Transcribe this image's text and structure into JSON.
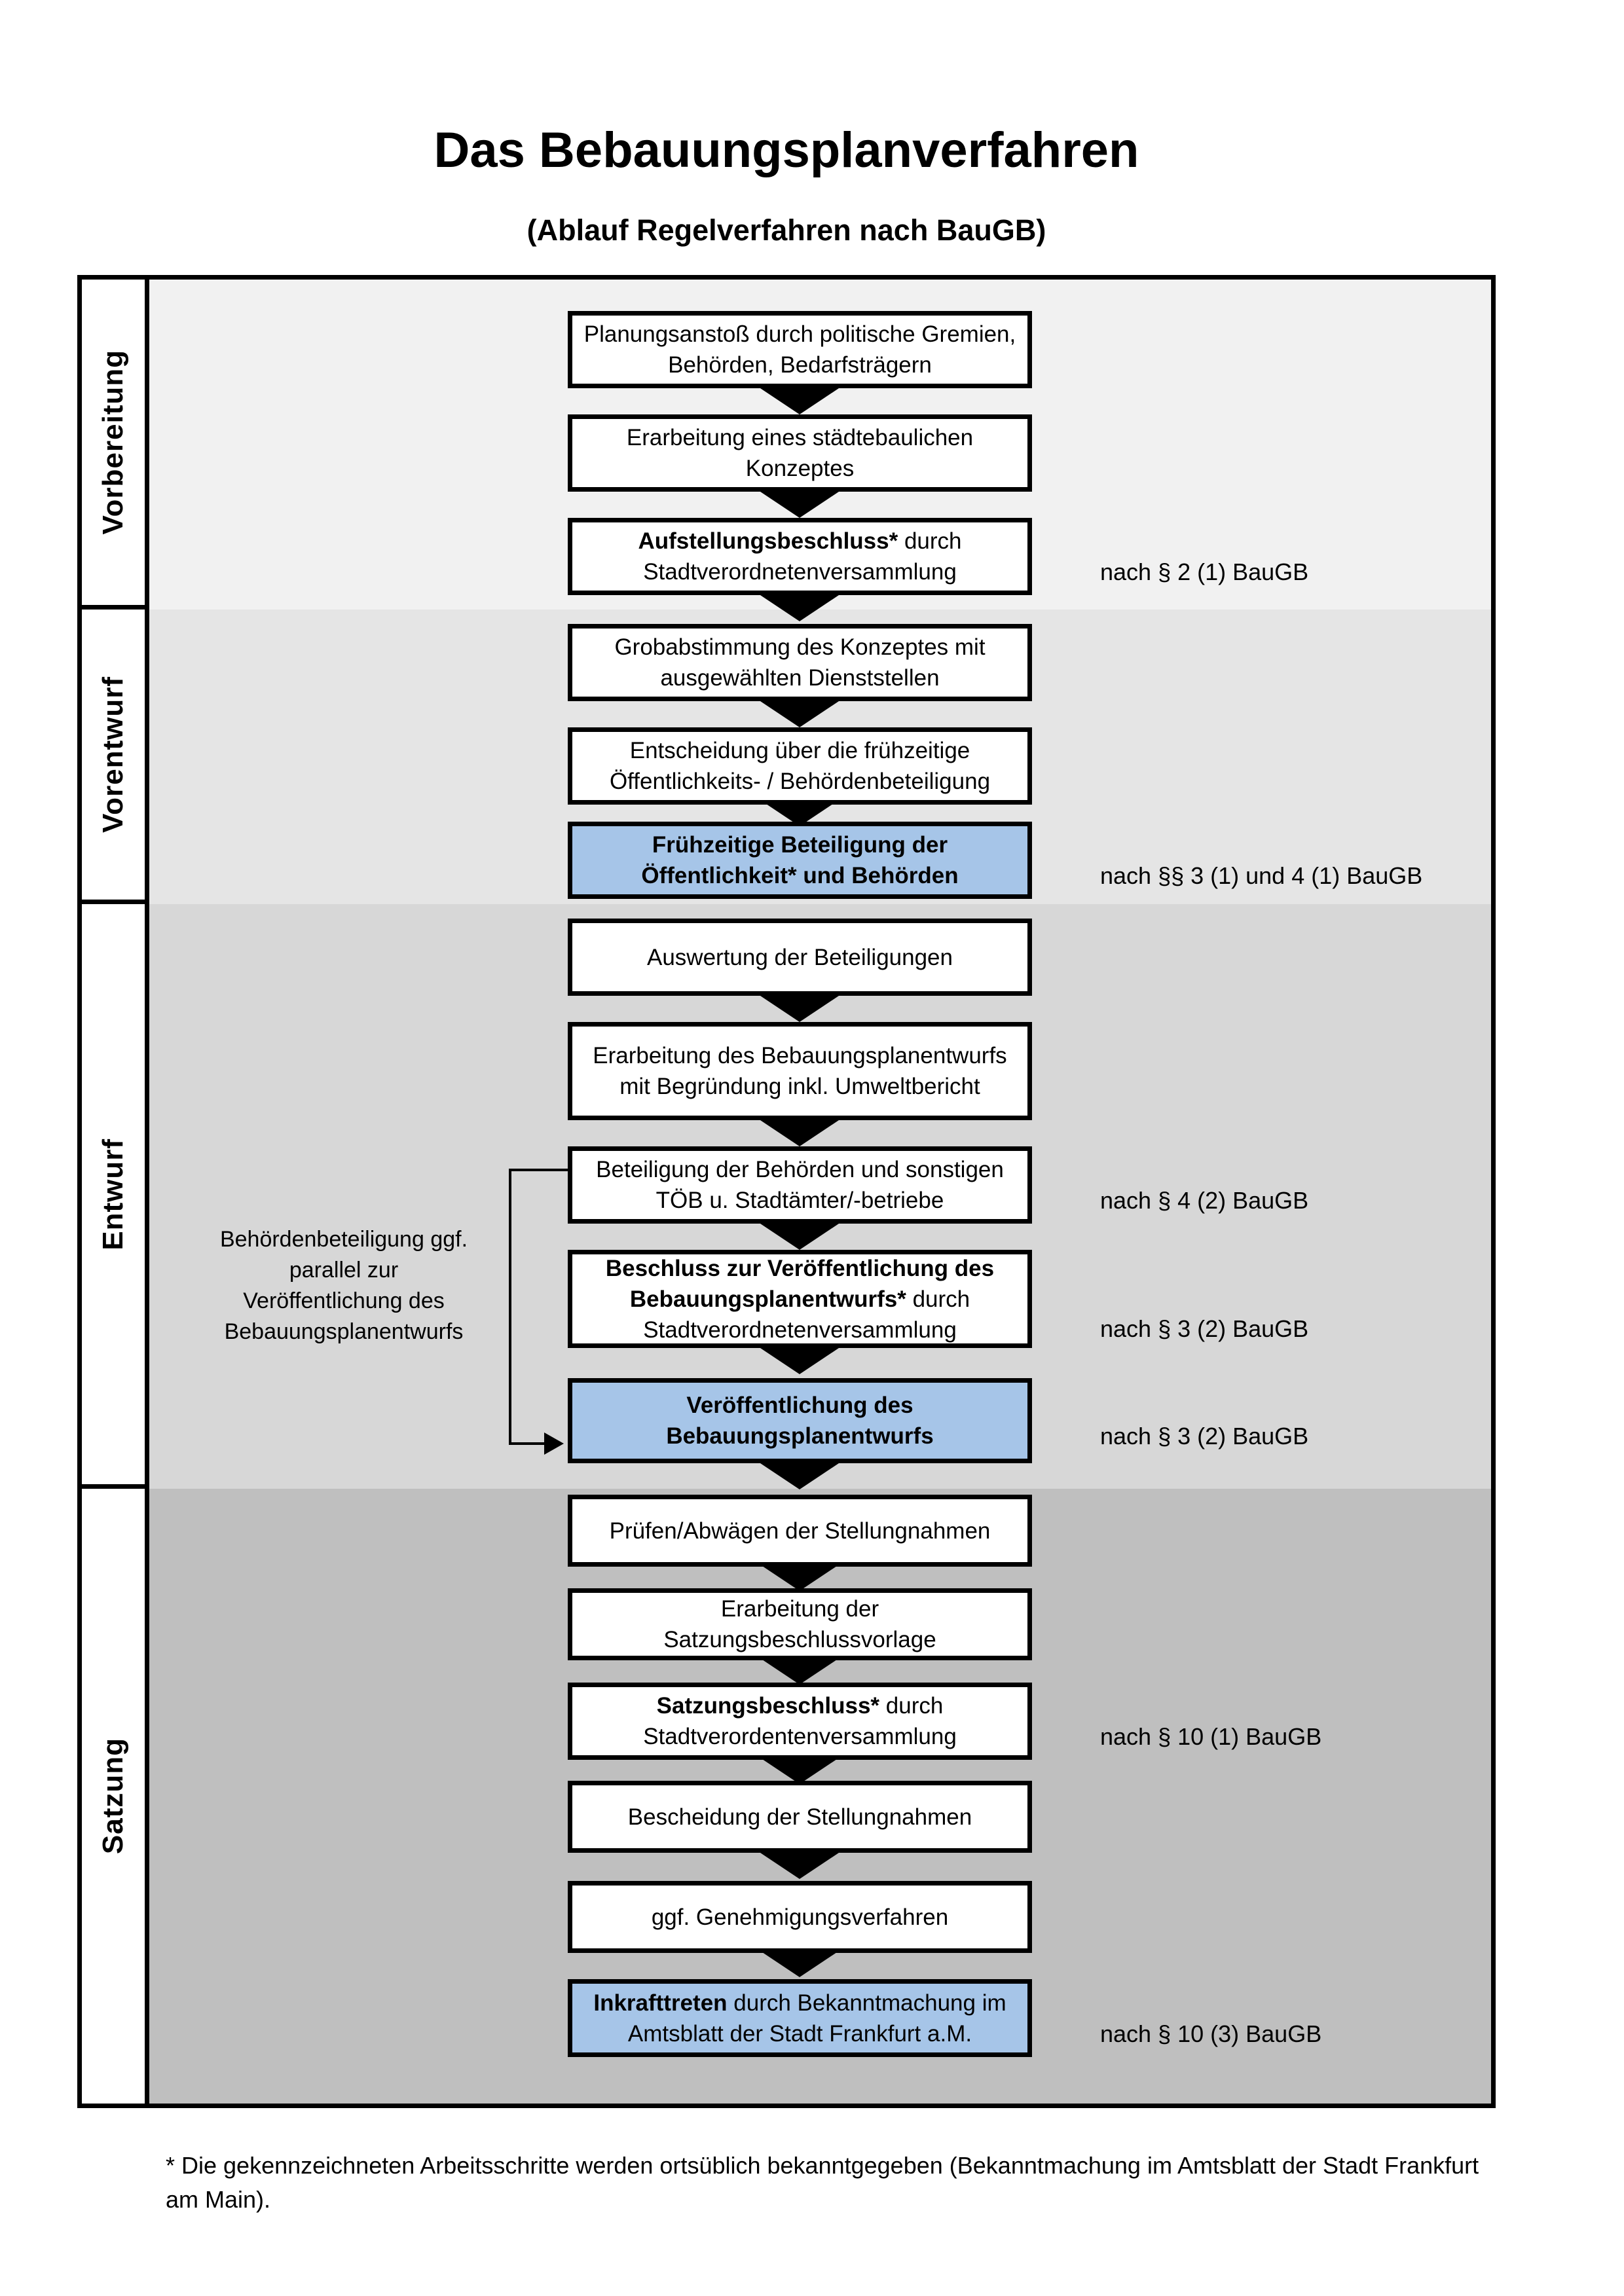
{
  "header": {
    "title": "Das Bebauungsplanverfahren",
    "subtitle": "(Ablauf Regelverfahren nach BauGB)"
  },
  "colors": {
    "highlight_blue": "#a6c5e8",
    "band_vorbereitung": "#f1f1f1",
    "band_vorentwurf": "#e5e5e5",
    "band_entwurf": "#d7d7d7",
    "band_satzung": "#bfbfbf"
  },
  "phases": [
    {
      "label": "Vorbereitung"
    },
    {
      "label": "Vorentwurf"
    },
    {
      "label": "Entwurf"
    },
    {
      "label": "Satzung"
    }
  ],
  "boxes": [
    {
      "bold": "",
      "rest": "Planungsanstoß durch politische Gremien, Behörden, Bedarfsträgern",
      "highlighted": false
    },
    {
      "bold": "",
      "rest": "Erarbeitung eines städtebaulichen Konzeptes",
      "highlighted": false
    },
    {
      "bold": "Aufstellungsbeschluss*",
      "rest": " durch Stadtverordnetenversammlung",
      "highlighted": false
    },
    {
      "bold": "",
      "rest": "Grobabstimmung des Konzeptes mit ausgewählten Dienststellen",
      "highlighted": false
    },
    {
      "bold": "",
      "rest": "Entscheidung über die frühzeitige Öffentlichkeits- / Behördenbeteiligung",
      "highlighted": false
    },
    {
      "bold": "Frühzeitige Beteiligung der Öffentlichkeit* und Behörden",
      "rest": "",
      "highlighted": true
    },
    {
      "bold": "",
      "rest": "Auswertung der Beteiligungen",
      "highlighted": false
    },
    {
      "bold": "",
      "rest": "Erarbeitung des Bebauungsplanentwurfs mit Begründung inkl. Umweltbericht",
      "highlighted": false
    },
    {
      "bold": "",
      "rest": "Beteiligung der Behörden und sonstigen TÖB u. Stadtämter/-betriebe",
      "highlighted": false
    },
    {
      "bold": "Beschluss zur Veröffentlichung des Bebauungsplanentwurfs*",
      "rest": " durch Stadtverordnetenversammlung",
      "highlighted": false
    },
    {
      "bold": "Veröffentlichung des Bebauungsplanentwurfs",
      "rest": "",
      "highlighted": true
    },
    {
      "bold": "",
      "rest": "Prüfen/Abwägen der Stellungnahmen",
      "highlighted": false
    },
    {
      "bold": "",
      "rest": "Erarbeitung der Satzungsbeschlussvorlage",
      "highlighted": false
    },
    {
      "bold": "Satzungsbeschluss*",
      "rest": " durch Stadtverordentenversammlung",
      "highlighted": false
    },
    {
      "bold": "",
      "rest": "Bescheidung der Stellungnahmen",
      "highlighted": false
    },
    {
      "bold": "",
      "rest": "ggf. Genehmigungsverfahren",
      "highlighted": false
    },
    {
      "bold": "Inkrafttreten",
      "rest": " durch Bekanntmachung im Amtsblatt der Stadt Frankfurt a.M.",
      "highlighted": true
    }
  ],
  "references": [
    {
      "text": "nach § 2 (1) BauGB"
    },
    {
      "text": "nach §§ 3 (1) und 4 (1) BauGB"
    },
    {
      "text": "nach § 4 (2) BauGB"
    },
    {
      "text": "nach § 3 (2) BauGB"
    },
    {
      "text": "nach § 3 (2) BauGB"
    },
    {
      "text": "nach § 10 (1) BauGB"
    },
    {
      "text": "nach § 10 (3) BauGB"
    }
  ],
  "side_note": "Behördenbeteiligung ggf. parallel zur Veröffentlichung des Bebauungsplanentwurfs",
  "footnote": "* Die gekennzeichneten Arbeitsschritte werden ortsüblich bekanntgegeben (Bekanntmachung im Amtsblatt der Stadt Frankfurt am Main)."
}
